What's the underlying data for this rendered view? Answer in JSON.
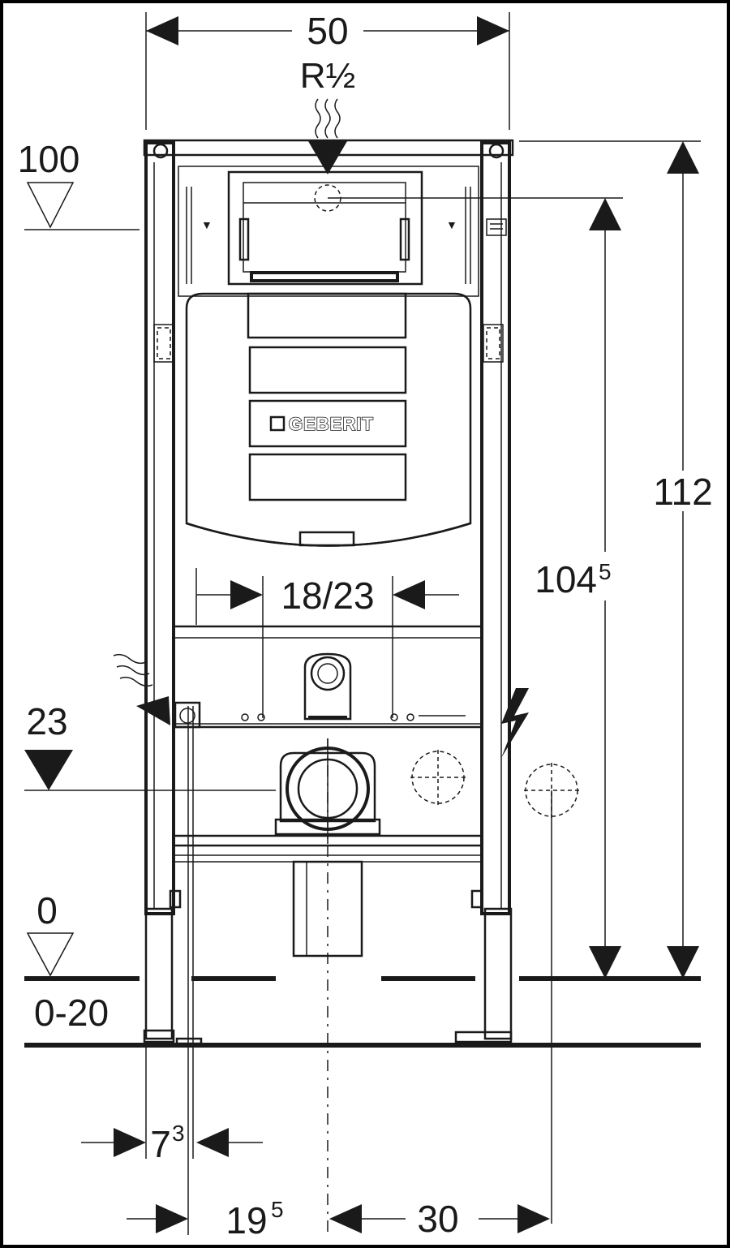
{
  "colors": {
    "line": "#1a1a1a",
    "paper": "#ffffff",
    "frame": "#000000"
  },
  "brand": {
    "logo_text": "GEBERIT"
  },
  "labels": {
    "width_top": "50",
    "inlet_thread": "R½",
    "level_100": "100",
    "height_total": "112",
    "height_inlet_base": "104",
    "height_inlet_sup": "5",
    "spacing": "18/23",
    "level_23": "23",
    "level_0": "0",
    "floor_range": "0-20",
    "offset_left_base": "7",
    "offset_left_sup": "3",
    "offset_axis_base": "19",
    "offset_axis_sup": "5",
    "offset_right": "30"
  },
  "icons": [
    "water-inlet-icon",
    "electric-lightning-icon",
    "waterline-level-icon",
    "water-supply-wavy-icon"
  ]
}
